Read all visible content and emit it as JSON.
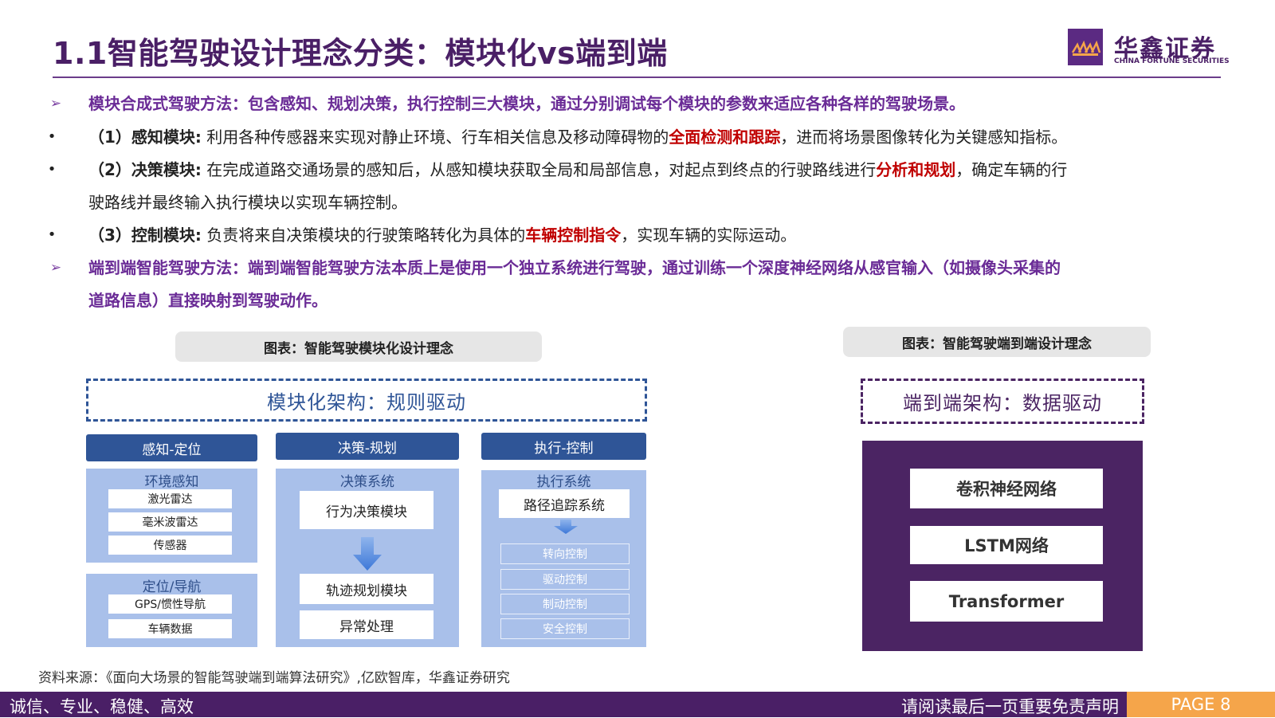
{
  "header": {
    "title": "1.1智能驾驶设计理念分类：模块化vs端到端",
    "logo_cn": "华鑫证券",
    "logo_en": "CHINA FORTUNE SECURITIES"
  },
  "bullets": {
    "b1": "模块合成式驾驶方法：包含感知、规划决策，执行控制三大模块，通过分别调试每个模块的参数来适应各种各样的驾驶场景。",
    "b2": {
      "label": "（1）感知模块:",
      "pre": "利用各种传感器来实现对静止环境、行车相关信息及移动障碍物的",
      "emph": "全面检测和跟踪",
      "post": "，进而将场景图像转化为关键感知指标。"
    },
    "b3": {
      "label": "（2）决策模块:",
      "pre": "在完成道路交通场景的感知后，从感知模块获取全局和局部信息，对起点到终点的行驶路线进行",
      "emph": "分析和规划",
      "post": "，确定车辆的行",
      "line2": "驶路线并最终输入执行模块以实现车辆控制。"
    },
    "b4": {
      "label": "（3）控制模块:",
      "pre": "负责将来自决策模块的行驶策略转化为具体的",
      "emph": "车辆控制指令",
      "post": "，实现车辆的实际运动。"
    },
    "b5_line1": "端到端智能驾驶方法：端到端智能驾驶方法本质上是使用一个独立系统进行驾驶，通过训练一个深度神经网络从感官输入（如摄像头采集的",
    "b5_line2": "道路信息）直接映射到驾驶动作。"
  },
  "modular": {
    "caption": "图表：智能驾驶模块化设计理念",
    "arch_label": "模块化架构：规则驱动",
    "col1": {
      "header": "感知-定位",
      "env_title": "环境感知",
      "env_items": [
        "激光雷达",
        "毫米波雷达",
        "传感器"
      ],
      "loc_title": "定位/导航",
      "loc_items": [
        "GPS/惯性导航",
        "车辆数据"
      ]
    },
    "col2": {
      "header": "决策-规划",
      "title": "决策系统",
      "items": [
        "行为决策模块",
        "轨迹规划模块",
        "异常处理"
      ]
    },
    "col3": {
      "header": "执行-控制",
      "title": "执行系统",
      "main_item": "路径追踪系统",
      "items": [
        "转向控制",
        "驱动控制",
        "制动控制",
        "安全控制"
      ]
    }
  },
  "e2e": {
    "caption": "图表：智能驾驶端到端设计理念",
    "arch_label": "端到端架构：数据驱动",
    "items": [
      "卷积神经网络",
      "LSTM网络",
      "Transformer"
    ]
  },
  "source": "资料来源：《面向大场景的智能驾驶端到端算法研究》,亿欧智库，华鑫证券研究",
  "footer": {
    "left": "诚信、专业、稳健、高效",
    "disclaimer": "请阅读最后一页重要免责声明",
    "page": "PAGE 8"
  },
  "colors": {
    "brand_purple": "#4a1f66",
    "bullet_purple": "#6a2b96",
    "emphasis_red": "#c00000",
    "module_blue": "#2f5597",
    "panel_blue": "#a9c0ea",
    "e2e_purple": "#4b2463",
    "page_orange": "#f5a54a"
  }
}
